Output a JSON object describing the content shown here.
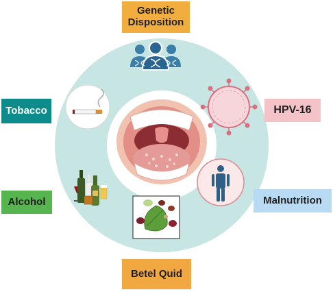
{
  "labels": {
    "genetic": "Genetic Disposition",
    "tobacco": "Tobacco",
    "hpv": "HPV-16",
    "alcohol": "Alcohol",
    "malnutrition": "Malnutrition",
    "betel": "Betel Quid"
  },
  "colors": {
    "ring": "#c7e5e3",
    "genetic_label": "#f2ad3f",
    "tobacco_label": "#0e8c8c",
    "hpv_label": "#f4c3c8",
    "alcohol_label": "#56b54f",
    "malnutrition_label": "#b9daf3",
    "betel_label": "#f1a840",
    "icon_blue": "#3b7ea8",
    "virus_pink": "#d9707f"
  },
  "icons": {
    "genetic": "family-dna-icon",
    "tobacco": "cigarette-icon",
    "hpv": "virus-icon",
    "alcohol": "bottles-icon",
    "malnutrition": "person-icon",
    "betel": "betel-leaves-icon",
    "center": "open-mouth-icon"
  }
}
